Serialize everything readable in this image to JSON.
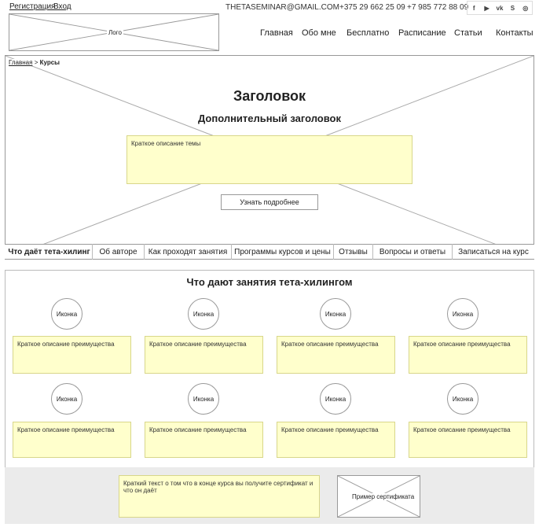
{
  "header": {
    "register": "Регистрация",
    "login": "Вход",
    "email": "THETASEMINAR@GMAIL.COM",
    "phone1": "+375 29 662 25 09",
    "phone2": "+7 985 772 88 09",
    "social": [
      "f",
      "▶",
      "vk",
      "S",
      "◎"
    ],
    "logo": "Лого"
  },
  "nav": [
    "Главная",
    "Обо мне",
    "Бесплатно",
    "Расписание",
    "Статьи",
    "Контакты"
  ],
  "breadcrumb": {
    "home": "Главная",
    "sep": ">",
    "current": "Курсы"
  },
  "hero": {
    "title": "Заголовок",
    "subtitle": "Дополнительный заголовок",
    "description": "Краткое описание темы",
    "button": "Узнать подробнее"
  },
  "tabs": [
    "Что даёт тета-хилинг",
    "Об авторе",
    "Как проходят занятия",
    "Программы курсов и цены",
    "Отзывы",
    "Вопросы и ответы",
    "Записаться на курс"
  ],
  "benefits": {
    "title": "Что дают занятия тета-хилингом",
    "icon_label": "Иконка",
    "items": [
      "Краткое описание преимущества",
      "Краткое описание преимущества",
      "Краткое описание преимущества",
      "Краткое описание преимущества",
      "Краткое описание преимущества",
      "Краткое описание преимущества",
      "Краткое описание преимущества",
      "Краткое описание преимущества"
    ]
  },
  "certificate": {
    "text": "Краткий текст о том что в конце курса вы получите сертификат и что он даёт",
    "example": "Пример сертификата"
  }
}
